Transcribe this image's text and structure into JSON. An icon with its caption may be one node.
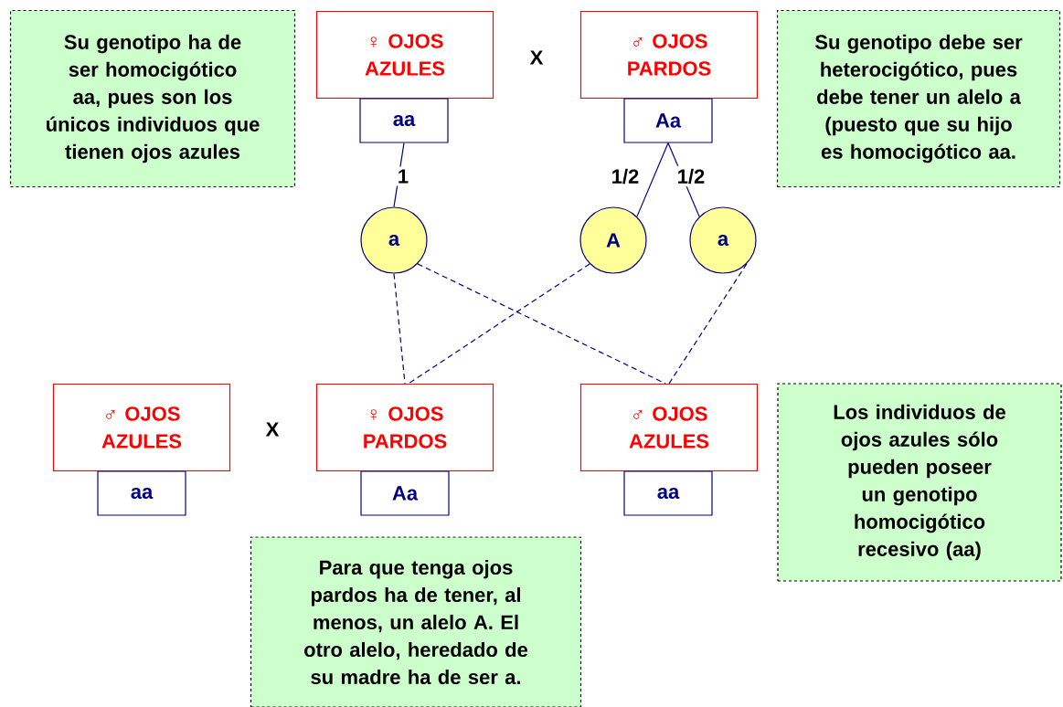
{
  "diagram": {
    "nodes": [
      {
        "text": [
          "Su genotipo ha de ser homocigótico aa, pues son los únicos individuos que tienen ojos azules"
        ]
      },
      {
        "text": [
          "♀ OJOS AZULES"
        ]
      },
      {
        "text": [
          "aa"
        ]
      },
      {
        "text": [
          "♂ OJOS PARDOS"
        ]
      },
      {
        "text": [
          "Aa"
        ]
      },
      {
        "text": [
          "Su genotipo debe ser heterocigótico, pues debe tener un alelo a (puesto que su hijo es homocigótico aa."
        ]
      },
      {
        "text": [
          "a"
        ]
      },
      {
        "text": [
          "A"
        ]
      },
      {
        "text": [
          "a"
        ]
      },
      {
        "text": [
          "♂ OJOS AZULES"
        ]
      },
      {
        "text": [
          "aa"
        ]
      },
      {
        "text": [
          "♀ OJOS PARDOS"
        ]
      },
      {
        "text": [
          "Aa"
        ]
      },
      {
        "text": [
          "♂ OJOS AZULES"
        ]
      },
      {
        "text": [
          "aa"
        ]
      },
      {
        "text": [
          "Los individuos de ojos azules sólo pueden poseer un genotipo homocigótico recesivo (aa)"
        ]
      },
      {
        "text": [
          "Para que tenga ojos pardos ha de tener, al menos, un alelo A. El otro alelo, heredado de su madre ha de ser a."
        ]
      }
    ],
    "edges": [
      {
        "from": 2,
        "to": 6,
        "arrow": "none",
        "label": "1"
      },
      {
        "from": 4,
        "to": 7,
        "arrow": "none",
        "label": "1/2"
      },
      {
        "from": 4,
        "to": 8,
        "arrow": "none",
        "label": "1/2"
      },
      {
        "from": 6,
        "to": 11,
        "arrow": "none",
        "style": "dashed"
      },
      {
        "from": 7,
        "to": 11,
        "arrow": "none",
        "style": "dashed"
      },
      {
        "from": 6,
        "to": 13,
        "arrow": "none",
        "style": "dashed"
      },
      {
        "from": 8,
        "to": 13,
        "arrow": "none",
        "style": "dashed"
      }
    ],
    "labels": [
      "X",
      "X"
    ]
  }
}
